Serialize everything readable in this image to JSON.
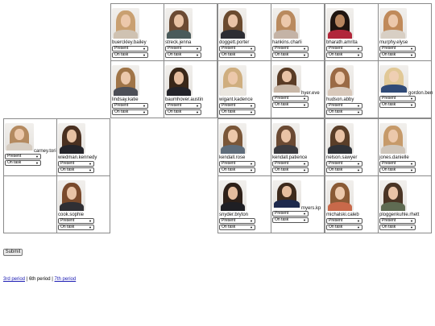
{
  "status_options": [
    "Present"
  ],
  "task_options": [
    "On task"
  ],
  "students": [
    {
      "row": 0,
      "col": 2,
      "name": "buerckley.bailey",
      "label_inline": false,
      "status": "Present",
      "task": "On task",
      "hair": "#c9a071",
      "shirt": "#cfc2b2",
      "skin": "#ecc8ab"
    },
    {
      "row": 0,
      "col": 3,
      "name": "streck.jenna",
      "label_inline": false,
      "status": "Present",
      "task": "On task",
      "hair": "#6b4a33",
      "shirt": "#4a5a5a",
      "skin": "#e7c1a3"
    },
    {
      "row": 0,
      "col": 4,
      "name": "doggett.porter",
      "label_inline": false,
      "status": "Present",
      "task": "On task",
      "hair": "#6a4a2e",
      "shirt": "#2d2d33",
      "skin": "#e9c3a6"
    },
    {
      "row": 0,
      "col": 5,
      "name": "hankins.charli",
      "label_inline": false,
      "status": "Present",
      "task": "On task",
      "hair": "#b98a5e",
      "shirt": "#c4b3a6",
      "skin": "#ecc8ab"
    },
    {
      "row": 0,
      "col": 6,
      "name": "bharath.amrita",
      "label_inline": false,
      "status": "Present",
      "task": "On task",
      "hair": "#1f1510",
      "shirt": "#b1263a",
      "skin": "#b7865f"
    },
    {
      "row": 0,
      "col": 7,
      "name": "murphy.elyse",
      "label_inline": false,
      "status": "Present",
      "task": "On task",
      "hair": "#c08a5a",
      "shirt": "#d8cfc4",
      "skin": "#ecc8ab"
    },
    {
      "row": 1,
      "col": 2,
      "name": "lindsay.katie",
      "label_inline": false,
      "status": "Present",
      "task": "On task",
      "hair": "#a07548",
      "shirt": "#4d4f57",
      "skin": "#ecc8ab"
    },
    {
      "row": 1,
      "col": 3,
      "name": "baumhover.austin",
      "label_inline": false,
      "status": "Present",
      "task": "On task",
      "hair": "#3a2819",
      "shirt": "#24242a",
      "skin": "#e5bd9e"
    },
    {
      "row": 1,
      "col": 4,
      "name": "wigant.kadence",
      "label_inline": false,
      "status": "Present",
      "task": "On task",
      "hair": "#cfae7f",
      "shirt": "#ebe7e0",
      "skin": "#ecc8ab"
    },
    {
      "row": 1,
      "col": 5,
      "name": "hyer.eve",
      "label_inline": true,
      "status": "Present",
      "task": "On task",
      "hair": "#5a3c26",
      "shirt": "#c9b8a8",
      "skin": "#e9c3a6"
    },
    {
      "row": 1,
      "col": 6,
      "name": "hudson.abby",
      "label_inline": false,
      "status": "Present",
      "task": "On task",
      "hair": "#9a6a45",
      "shirt": "#d9c9bb",
      "skin": "#ecc8ab"
    },
    {
      "row": 1,
      "col": 7,
      "name": "gordon.ben",
      "label_inline": true,
      "status": "Present",
      "task": "On task",
      "hair": "#e1c896",
      "shirt": "#2f4a77",
      "skin": "#efcfb3"
    },
    {
      "row": 2,
      "col": 0,
      "name": "carney.tori",
      "label_inline": true,
      "status": "Present",
      "task": "On task",
      "hair": "#b48a60",
      "shirt": "#d6cdc2",
      "skin": "#ecc8ab"
    },
    {
      "row": 2,
      "col": 1,
      "name": "wiedman.kennedy",
      "label_inline": false,
      "status": "Present",
      "task": "On task",
      "hair": "#4a3020",
      "shirt": "#24242a",
      "skin": "#e7c1a3"
    },
    {
      "row": 2,
      "col": 4,
      "name": "kendall.rose",
      "label_inline": false,
      "status": "Present",
      "task": "On task",
      "hair": "#7a5638",
      "shirt": "#5e6c7a",
      "skin": "#ecc8ab"
    },
    {
      "row": 2,
      "col": 5,
      "name": "kendall.patience",
      "label_inline": false,
      "status": "Present",
      "task": "On task",
      "hair": "#6b4a33",
      "shirt": "#3b3b40",
      "skin": "#e9c3a6"
    },
    {
      "row": 2,
      "col": 6,
      "name": "nelson.sawyer",
      "label_inline": false,
      "status": "Present",
      "task": "On task",
      "hair": "#5a3e28",
      "shirt": "#2f3238",
      "skin": "#e9c3a6"
    },
    {
      "row": 2,
      "col": 7,
      "name": "jones.danielle",
      "label_inline": false,
      "status": "Present",
      "task": "On task",
      "hair": "#c69a6a",
      "shirt": "#cfc6bb",
      "skin": "#ecc8ab"
    },
    {
      "row": 3,
      "col": 1,
      "name": "cook.sophie",
      "label_inline": false,
      "status": "Present",
      "task": "On task",
      "hair": "#7a4a2c",
      "shirt": "#302f34",
      "skin": "#e9c3a6"
    },
    {
      "row": 3,
      "col": 4,
      "name": "snyder.bryton",
      "label_inline": false,
      "status": "Present",
      "task": "On task",
      "hair": "#2e2018",
      "shirt": "#1f1f24",
      "skin": "#e5bd9e"
    },
    {
      "row": 3,
      "col": 5,
      "name": "myers.kp",
      "label_inline": true,
      "status": "Present",
      "task": "On task",
      "hair": "#3d2a1c",
      "shirt": "#1e2a4d",
      "skin": "#e5bd9e"
    },
    {
      "row": 3,
      "col": 6,
      "name": "michalski.caleb",
      "label_inline": false,
      "status": "Present",
      "task": "On task",
      "hair": "#8a5a35",
      "shirt": "#c8694a",
      "skin": "#ecc8ab"
    },
    {
      "row": 3,
      "col": 7,
      "name": "ploggenkuhle.rhett",
      "label_inline": false,
      "status": "Present",
      "task": "On task",
      "hair": "#4a3424",
      "shirt": "#5f6b52",
      "skin": "#e9c3a6"
    }
  ],
  "empty_cells": [
    {
      "row": 0,
      "col": 2
    },
    {
      "row": 0,
      "col": 3
    },
    {
      "row": 0,
      "col": 4
    },
    {
      "row": 0,
      "col": 5
    },
    {
      "row": 0,
      "col": 6
    },
    {
      "row": 0,
      "col": 7
    },
    {
      "row": 1,
      "col": 2
    },
    {
      "row": 1,
      "col": 3
    },
    {
      "row": 1,
      "col": 4
    },
    {
      "row": 1,
      "col": 5
    },
    {
      "row": 1,
      "col": 6
    },
    {
      "row": 1,
      "col": 7
    },
    {
      "row": 2,
      "col": 0
    },
    {
      "row": 2,
      "col": 1
    },
    {
      "row": 2,
      "col": 4
    },
    {
      "row": 2,
      "col": 5
    },
    {
      "row": 2,
      "col": 6
    },
    {
      "row": 2,
      "col": 7
    },
    {
      "row": 3,
      "col": 0
    },
    {
      "row": 3,
      "col": 1
    },
    {
      "row": 3,
      "col": 4
    },
    {
      "row": 3,
      "col": 5
    },
    {
      "row": 3,
      "col": 6
    },
    {
      "row": 3,
      "col": 7
    }
  ],
  "submit_label": "Submit",
  "period_nav": {
    "prev_label": "3rd period",
    "current_label": "6th period",
    "next_label": "7th period",
    "separator": " | "
  },
  "colors": {
    "link": "#1a1ab3",
    "border": "#8a8a8a"
  }
}
